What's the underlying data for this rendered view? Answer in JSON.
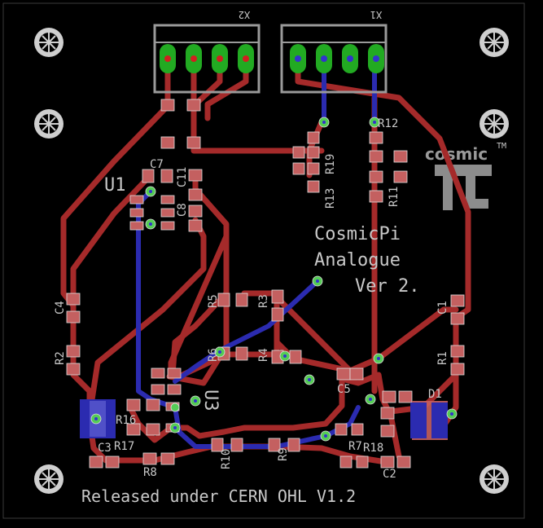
{
  "colors": {
    "background": "#000000",
    "top_copper": "#a52a2a",
    "bottom_copper": "#2b2bb0",
    "pad": "#c46060",
    "pin": "#22aa22",
    "via": "#55cc55",
    "silkscreen": "#c8c8c8",
    "logo": "#8c8c8c"
  },
  "board": {
    "title": "CosmicPi",
    "subtitle": "Analogue",
    "version": "Ver 2.",
    "license": "Released under CERN OHL V1.2",
    "logo_text": "cosmic",
    "logo_glyph": "π",
    "logo_tm": "TM"
  },
  "connectors": {
    "x1": "X1",
    "x2": "X2"
  },
  "components": {
    "u1": "U1",
    "u3": "U3",
    "d1": "D1",
    "c1": "C1",
    "c2": "C2",
    "c3": "C3",
    "c4": "C4",
    "c5": "C5",
    "c7": "C7",
    "c8": "C8",
    "c11": "C11",
    "r1": "R1",
    "r2": "R2",
    "r3": "R3",
    "r4": "R4",
    "r5": "R5",
    "r6": "R6",
    "r7": "R7",
    "r8": "R8",
    "r9": "R9",
    "r10": "R10",
    "r11": "R11",
    "r12": "R12",
    "r13": "R13",
    "r16": "R16",
    "r17": "R17",
    "r18": "R18",
    "r19": "R19"
  }
}
